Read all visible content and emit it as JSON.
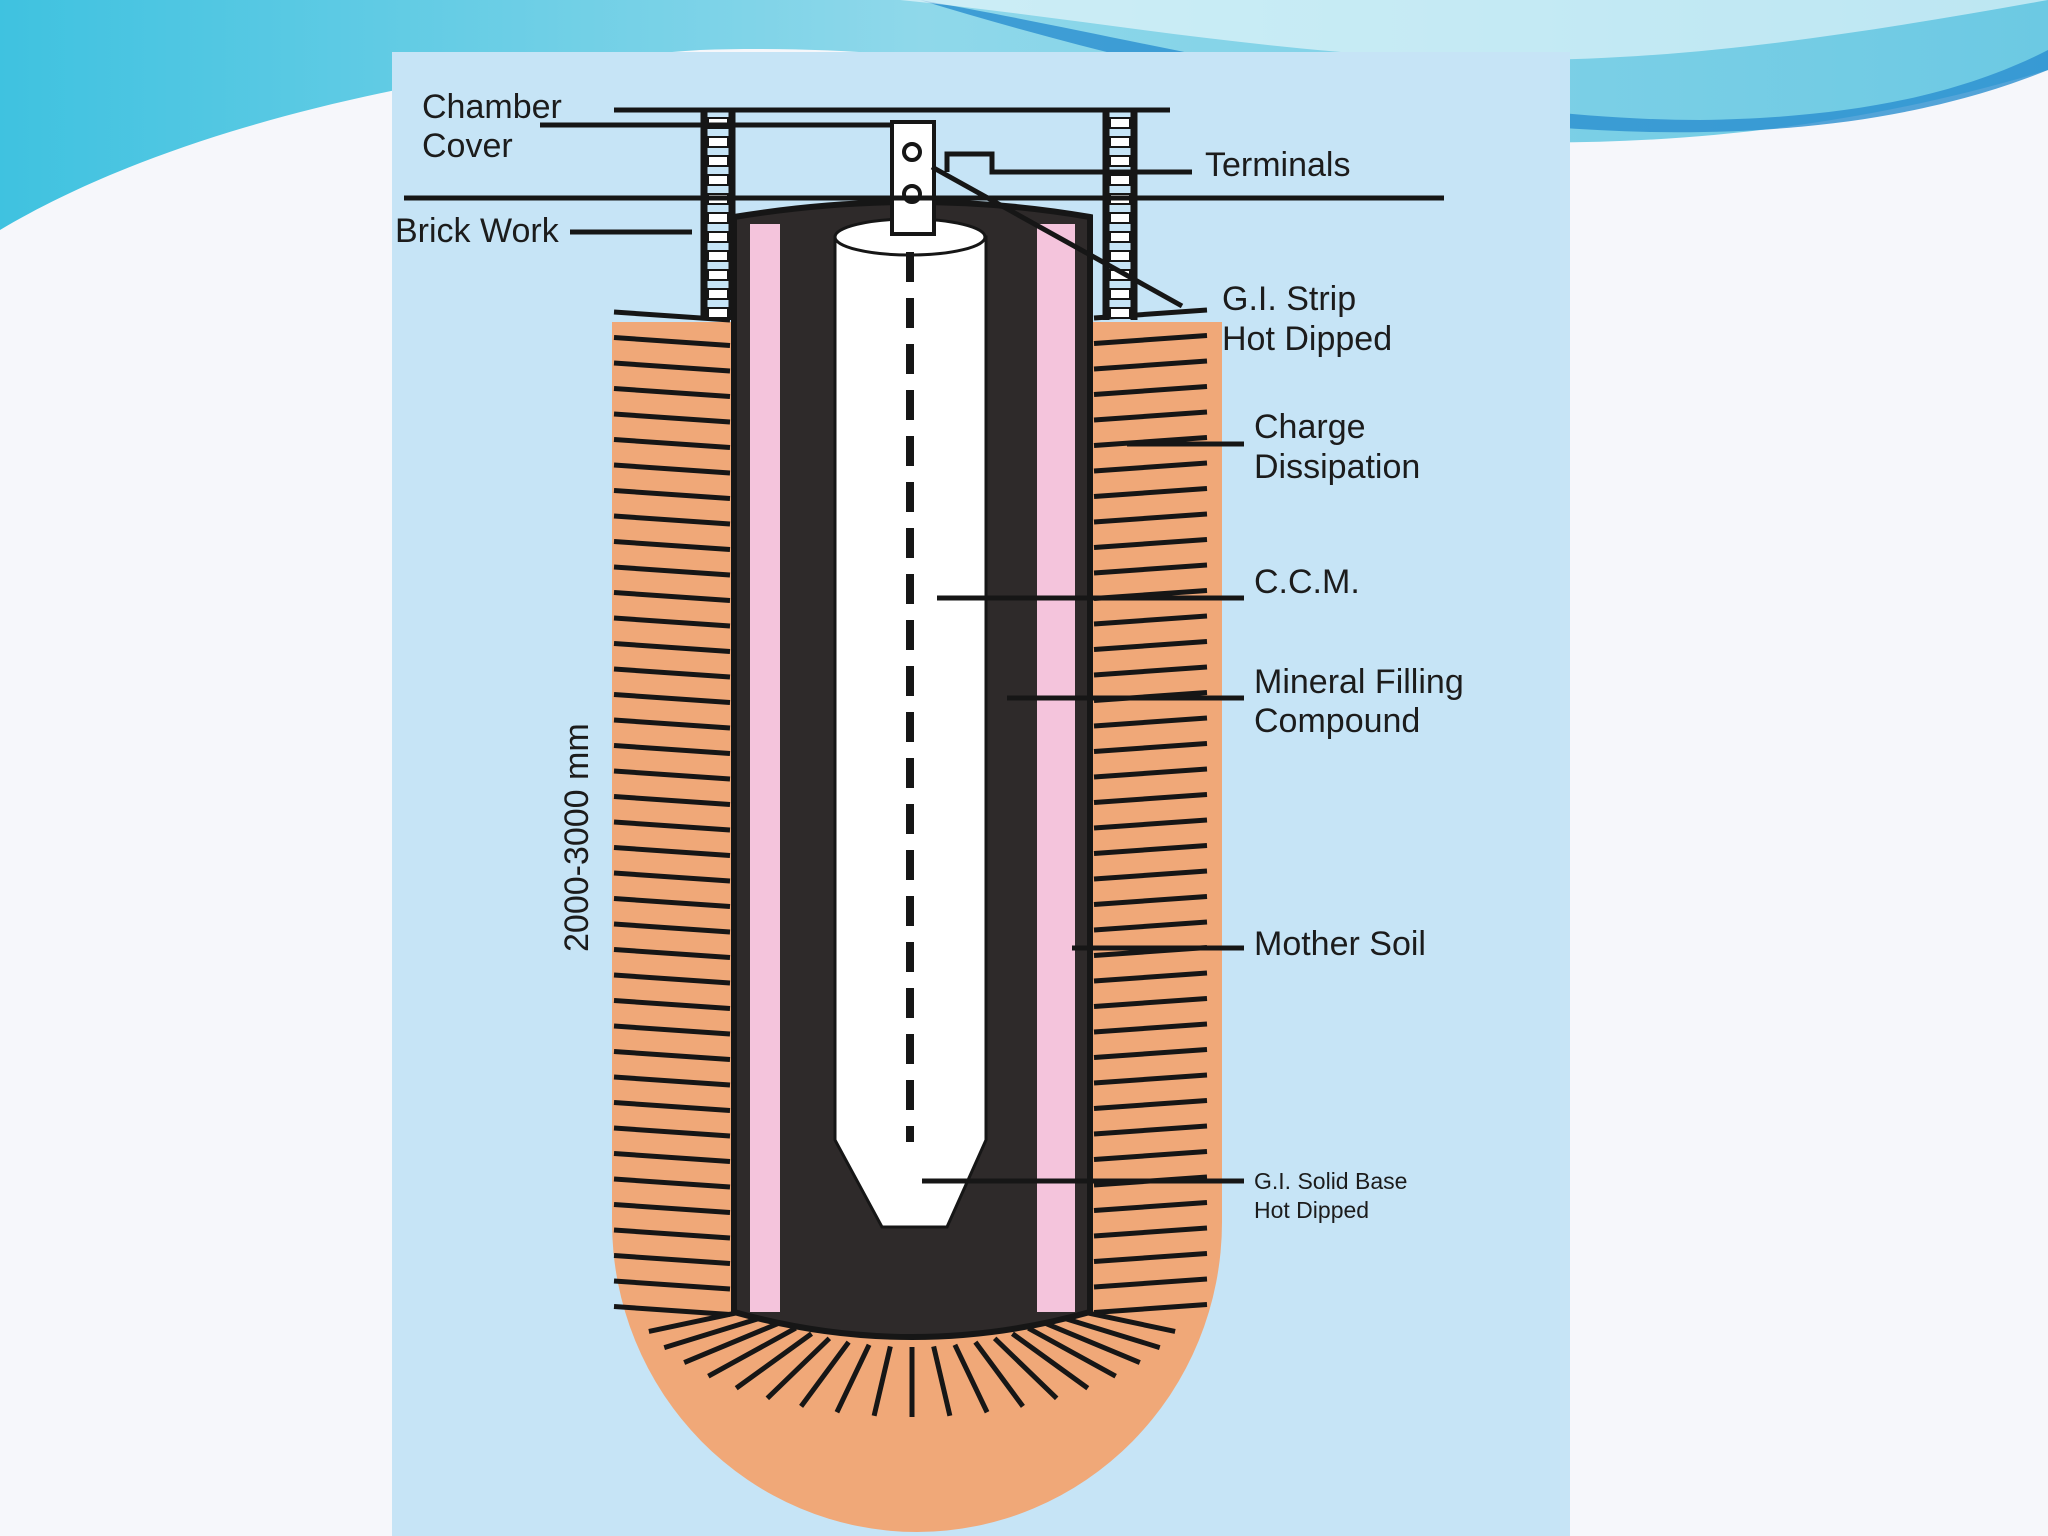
{
  "diagram": {
    "labels": {
      "chamber_cover_1": "Chamber",
      "chamber_cover_2": "Cover",
      "terminals": "Terminals",
      "brick_work": "Brick Work",
      "gi_strip_1": "G.I. Strip",
      "gi_strip_2": "Hot Dipped",
      "charge_1": "Charge",
      "charge_2": "Dissipation",
      "ccm": "C.C.M.",
      "mineral_1": "Mineral Filling",
      "mineral_2": "Compound",
      "mother_soil": "Mother Soil",
      "solid_base_1": "G.I. Solid Base",
      "solid_base_2": "Hot Dipped",
      "depth": "2000-3000 mm"
    },
    "colors": {
      "panel": "#c6e4f6",
      "soil": "#f0a878",
      "pink_layer": "#f4c4dc",
      "compound": "#2e2a2a",
      "electrode": "#ffffff",
      "line": "#161616",
      "header_wave": "#5cc8e4"
    }
  }
}
